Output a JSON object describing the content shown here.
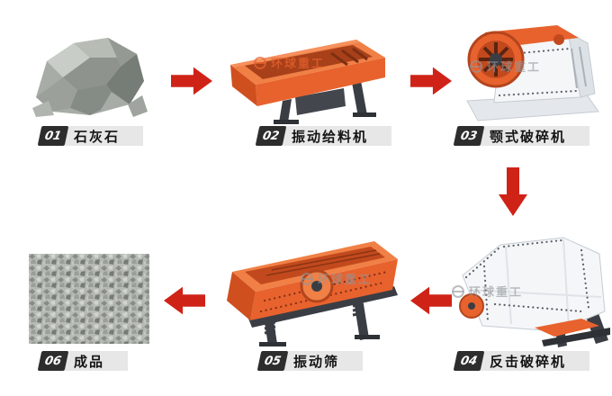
{
  "theme": {
    "arrow_color": "#cf2318",
    "machine_orange": "#e8622e",
    "machine_orange_light": "#f08045",
    "machine_orange_dark": "#cf4f1f",
    "stand_dark": "#3a3e44",
    "label_badge_bg": "#2d2d2d",
    "label_bar_bg": "#e7e7e7",
    "label_text_color": "#141414"
  },
  "flow": {
    "watermark_text": "环球重工",
    "steps": [
      {
        "number": "01",
        "label": "石灰石"
      },
      {
        "number": "02",
        "label": "振动给料机"
      },
      {
        "number": "03",
        "label": "颚式破碎机"
      },
      {
        "number": "04",
        "label": "反击破碎机"
      },
      {
        "number": "05",
        "label": "振动筛"
      },
      {
        "number": "06",
        "label": "成品"
      }
    ],
    "arrows": [
      {
        "from": "01",
        "to": "02",
        "direction": "right"
      },
      {
        "from": "02",
        "to": "03",
        "direction": "right"
      },
      {
        "from": "03",
        "to": "04",
        "direction": "down"
      },
      {
        "from": "04",
        "to": "05",
        "direction": "left"
      },
      {
        "from": "05",
        "to": "06",
        "direction": "left"
      }
    ]
  }
}
